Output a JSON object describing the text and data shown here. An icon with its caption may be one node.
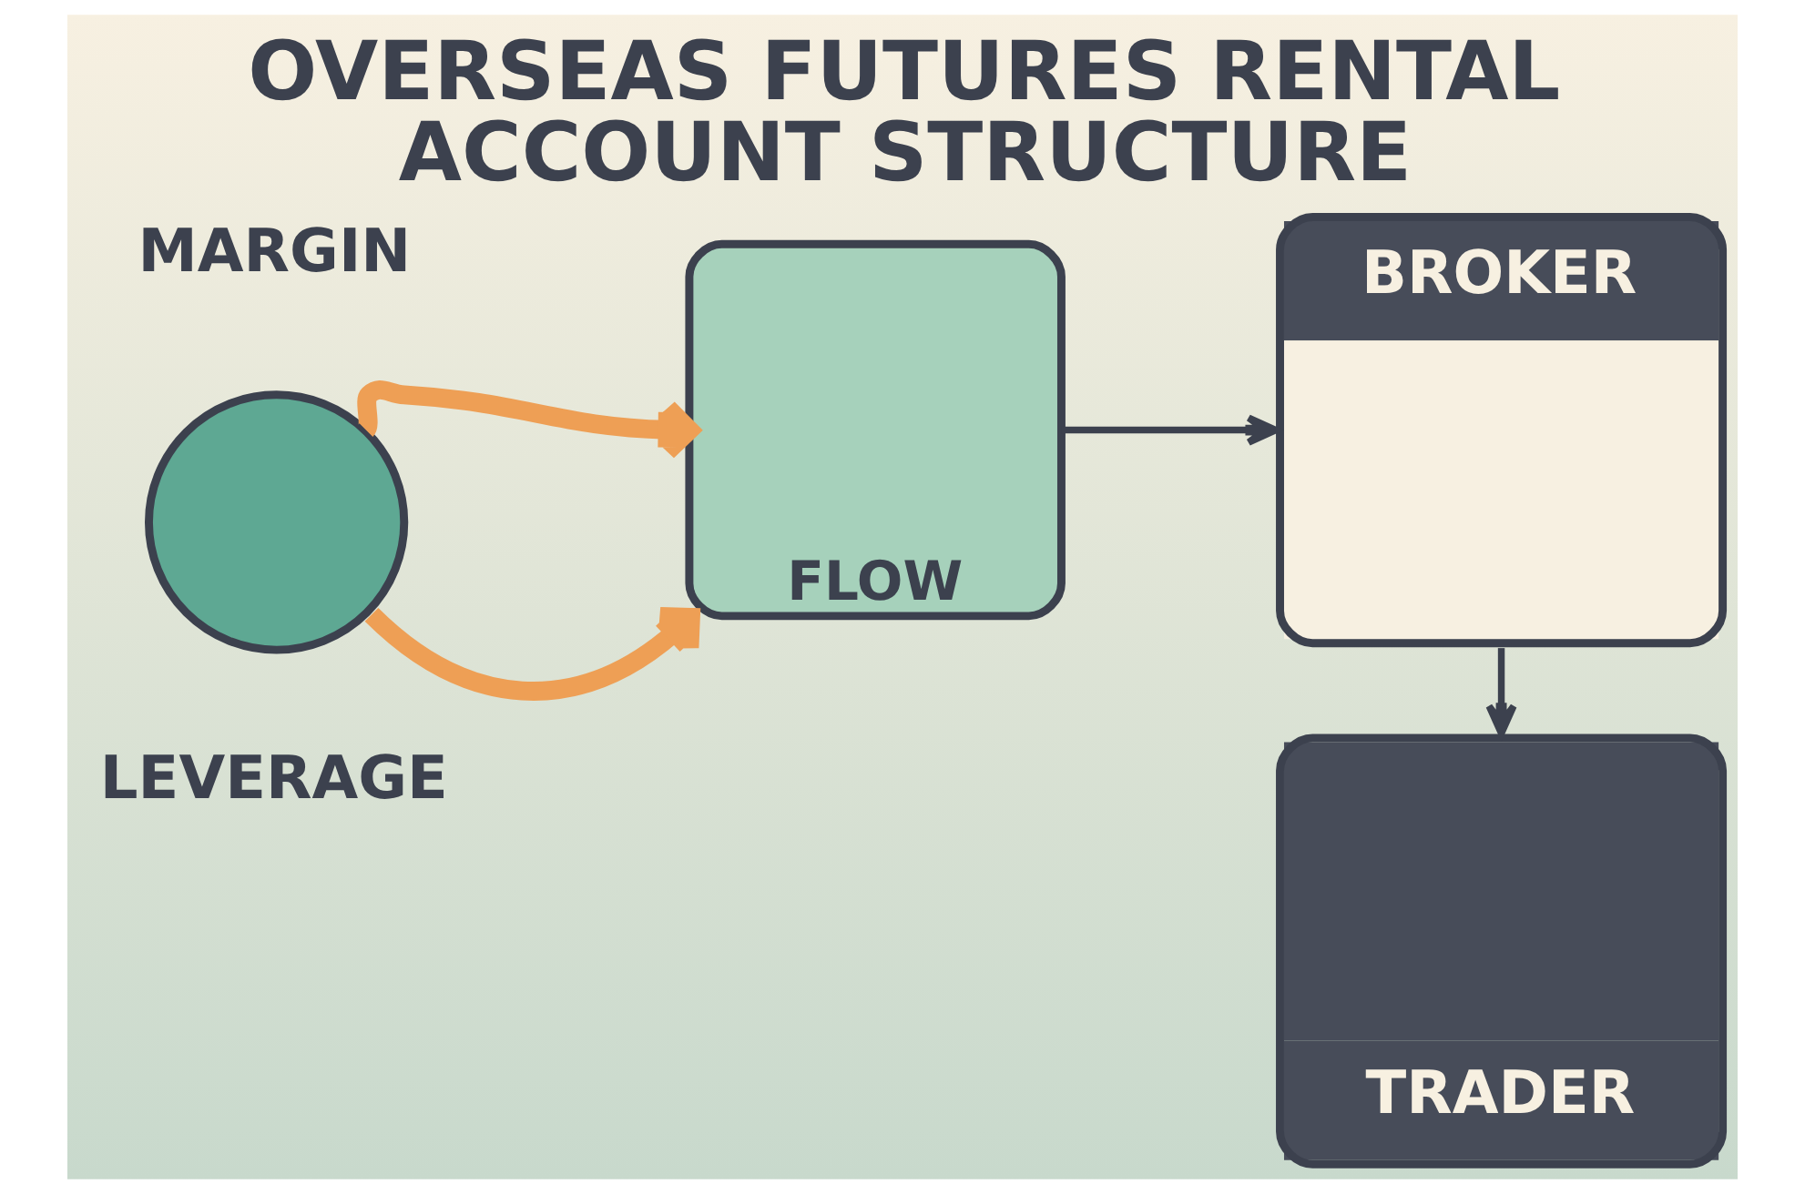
{
  "diagram": {
    "title": "OVERSEAS FUTURES RENTAL ACCOUNT STRUCTURE",
    "nodes": [
      {
        "text": [],
        "shape": "circle"
      },
      {
        "text": [
          "FLOW"
        ]
      },
      {
        "text": [
          "BROKER"
        ]
      },
      {
        "text": [
          "TRADER"
        ]
      }
    ],
    "edges": [
      {
        "from": 0,
        "to": 1,
        "arrow": "to",
        "style": "thick",
        "color": "#ee9f55"
      },
      {
        "from": 0,
        "to": 1,
        "arrow": "to",
        "style": "thick",
        "color": "#ee9f55"
      },
      {
        "from": 1,
        "to": 2,
        "arrow": "to",
        "color": "#3c414e"
      },
      {
        "from": 2,
        "to": 3,
        "arrow": "to",
        "color": "#3c414e"
      }
    ],
    "labels": [
      "MARGIN",
      "LEVERAGE"
    ]
  }
}
